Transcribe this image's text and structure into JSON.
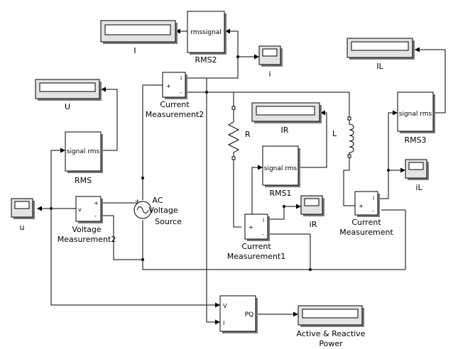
{
  "blocks": {
    "display_I": {
      "label": "I"
    },
    "display_U": {
      "label": "U"
    },
    "display_IR": {
      "label": "IR"
    },
    "display_IL": {
      "label": "IL"
    },
    "display_PQ": {
      "label_line1": "Active & Reactive",
      "label_line2": "Power"
    },
    "rms2": {
      "label": "RMS2",
      "inner": "rmssignal"
    },
    "rms": {
      "label": "RMS",
      "inner": "signal rms"
    },
    "rms1": {
      "label": "RMS1",
      "inner": "signal rms"
    },
    "rms3": {
      "label": "RMS3",
      "inner": "signal rms"
    },
    "scope_i": {
      "label": "i"
    },
    "scope_u": {
      "label": "u"
    },
    "scope_iR": {
      "label": "iR"
    },
    "scope_iL": {
      "label": "iL"
    },
    "current_meas2": {
      "label_line1": "Current",
      "label_line2": "Measurement2",
      "port_out": "i",
      "port_plus": "+",
      "port_minus": "-"
    },
    "current_meas1": {
      "label_line1": "Current",
      "label_line2": "Measurement1",
      "port_out": "i",
      "port_plus": "+",
      "port_minus": "-"
    },
    "current_meas": {
      "label_line1": "Current",
      "label_line2": "Measurement",
      "port_out": "i",
      "port_plus": "+",
      "port_minus": "-"
    },
    "voltage_meas2": {
      "label_line1": "Voltage",
      "label_line2": "Measurement2",
      "port_out": "v",
      "port_plus": "+",
      "port_minus": "-"
    },
    "ac_source": {
      "label_line1": "AC",
      "label_line2": "Voltage",
      "label_line3": "Source",
      "port_plus": "+"
    },
    "resistor": {
      "label": "R"
    },
    "inductor": {
      "label": "L"
    },
    "pq": {
      "inner": "PQ",
      "port_v": "V",
      "port_i": "I"
    }
  }
}
